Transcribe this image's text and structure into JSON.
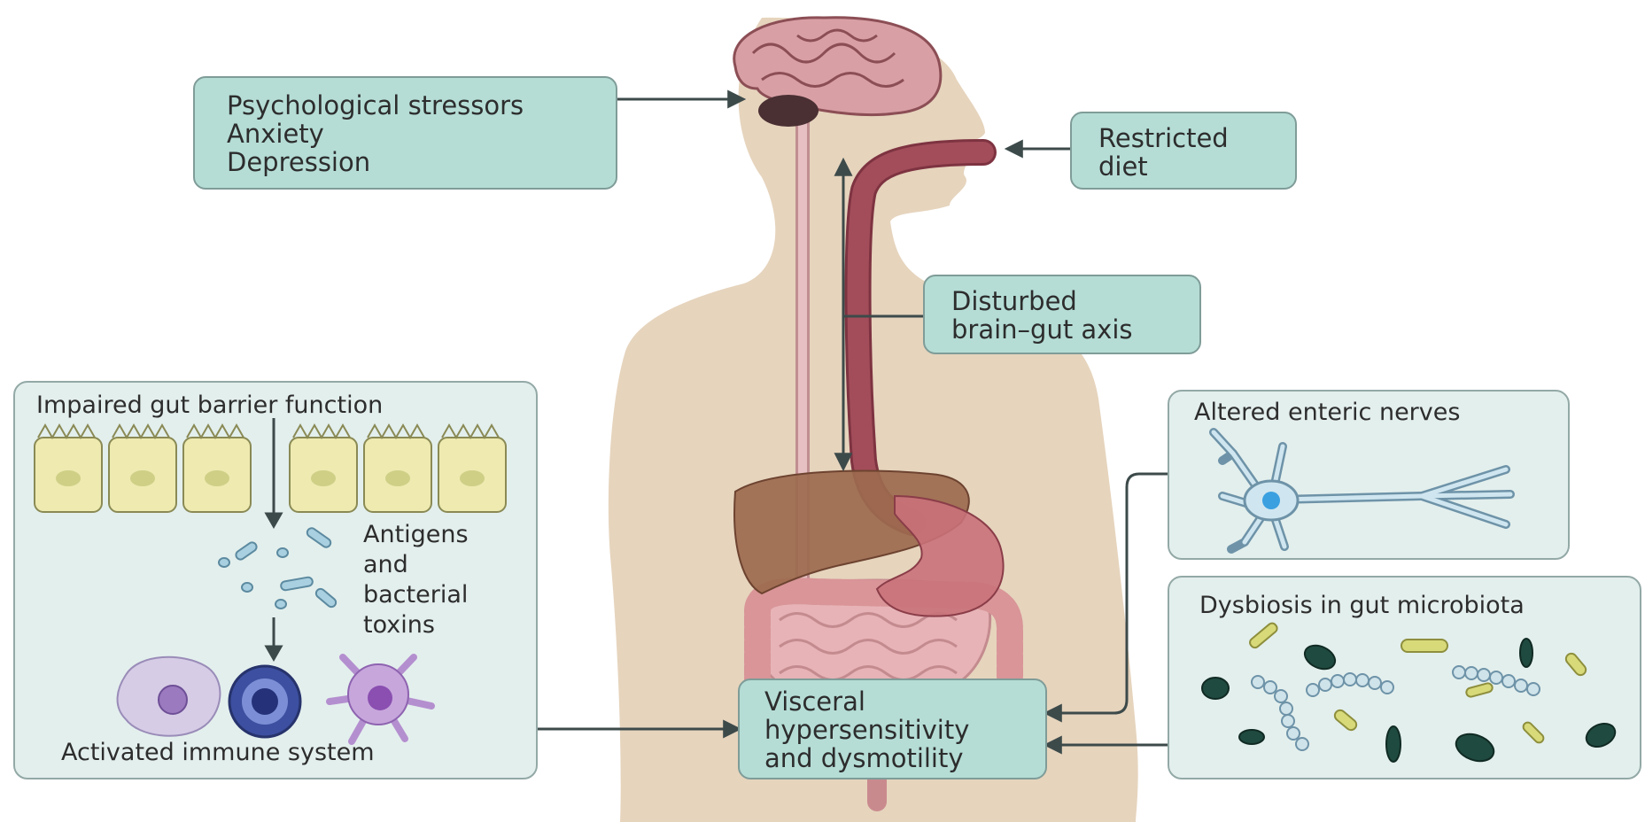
{
  "boxes": {
    "stressors": [
      "Psychological stressors",
      "Anxiety",
      "Depression"
    ],
    "diet": [
      "Restricted",
      "diet"
    ],
    "axis": [
      "Disturbed",
      "brain–gut axis"
    ],
    "visceral": [
      "Visceral",
      "hypersensitivity",
      "and dysmotility"
    ]
  },
  "panels": {
    "gut_barrier": {
      "title": "Impaired gut barrier function",
      "antigens": [
        "Antigens",
        "and",
        "bacterial",
        "toxins"
      ],
      "immune": "Activated immune system"
    },
    "nerves": {
      "title": "Altered enteric nerves"
    },
    "microbiota": {
      "title": "Dysbiosis in gut microbiota"
    }
  },
  "colors": {
    "body": "#e6d4bd",
    "box_fill": "#b5ddd6",
    "panel_fill": "#e3efed",
    "spinal_cord": "#e3b9bb",
    "esophagus": "#a34d5a",
    "liver": "#9c6a4e",
    "arrow": "#3d4a4a"
  }
}
